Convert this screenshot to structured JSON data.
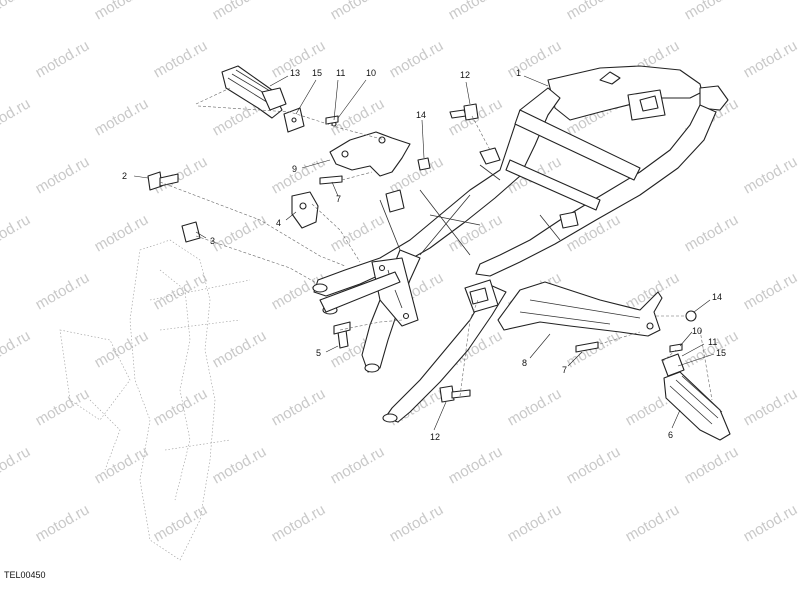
{
  "watermark": "motod.ru",
  "diagram_code": "TEL00450",
  "callouts": [
    "1",
    "2",
    "3",
    "4",
    "5",
    "6",
    "7",
    "7",
    "8",
    "9",
    "10",
    "10",
    "11",
    "11",
    "12",
    "12",
    "13",
    "14",
    "14",
    "15",
    "15"
  ],
  "colors": {
    "ink": "#222222",
    "watermark": "#c9c9c9",
    "background": "#ffffff"
  }
}
